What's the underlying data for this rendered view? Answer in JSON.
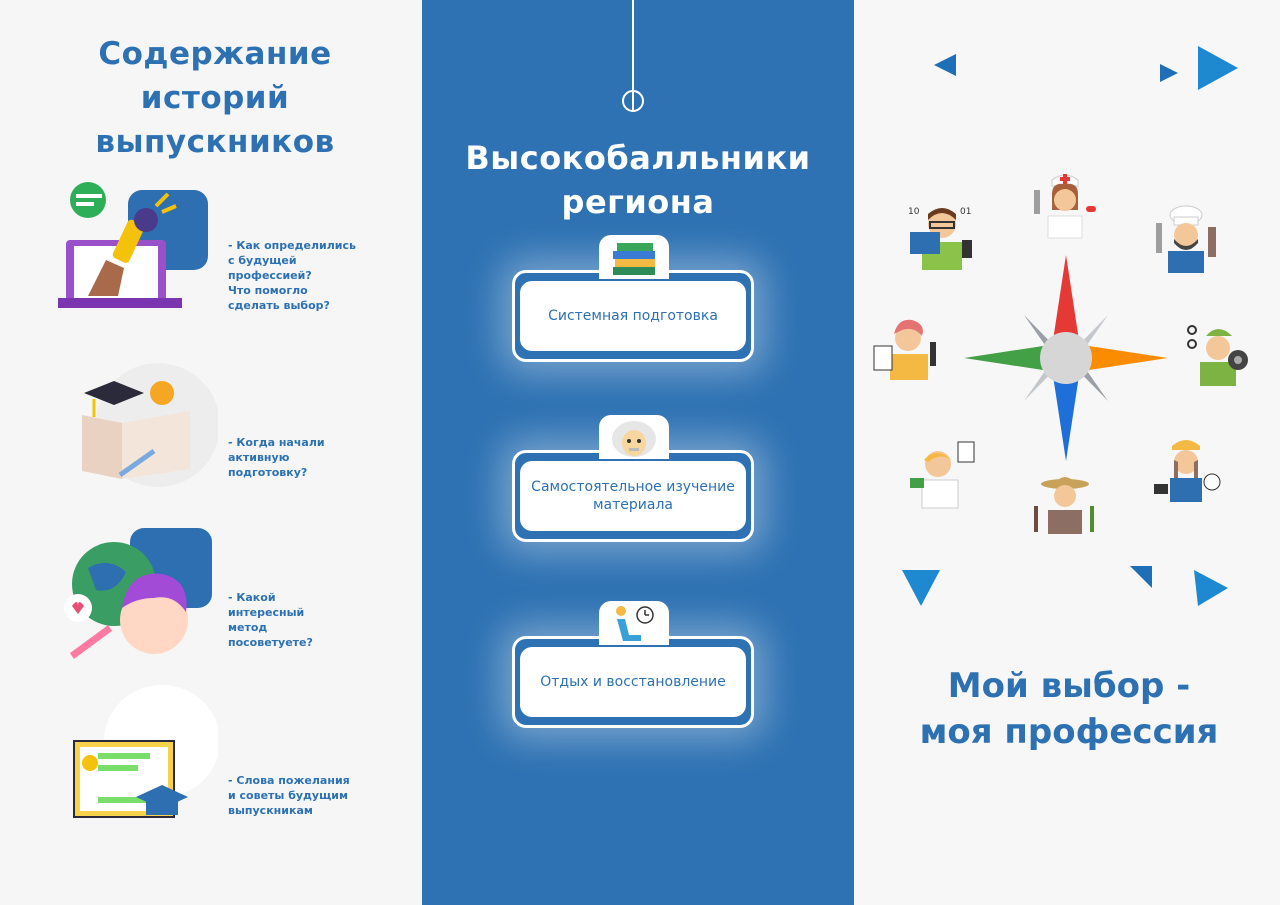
{
  "left": {
    "title": "Содержание\nисторий\nвыпускников",
    "stories": [
      {
        "text": "- Как определились\nс будущей\nпрофессией?\nЧто помогло\nсделать выбор?"
      },
      {
        "text": "- Когда начали\nактивную\nподготовку?"
      },
      {
        "text": "- Какой\nинтересный\nметод\nпосоветуете?"
      },
      {
        "text": "- Слова пожелания\nи советы будущим\nвыпускникам"
      }
    ]
  },
  "middle": {
    "title": "Высокобалльники\nрегиона",
    "cards": [
      {
        "label": "Системная подготовка",
        "icon": "books-icon"
      },
      {
        "label": "Самостоятельное изучение материала",
        "icon": "scientist-icon"
      },
      {
        "label": "Отдых и восстановление",
        "icon": "rest-icon"
      }
    ]
  },
  "right": {
    "title": "Мой выбор -\nмоя профессия",
    "person_labels": [
      "10",
      "01"
    ]
  },
  "colors": {
    "brand_blue": "#2e72b3",
    "text_blue": "#2d71b2",
    "triangle_blue": "#1e88d0"
  }
}
